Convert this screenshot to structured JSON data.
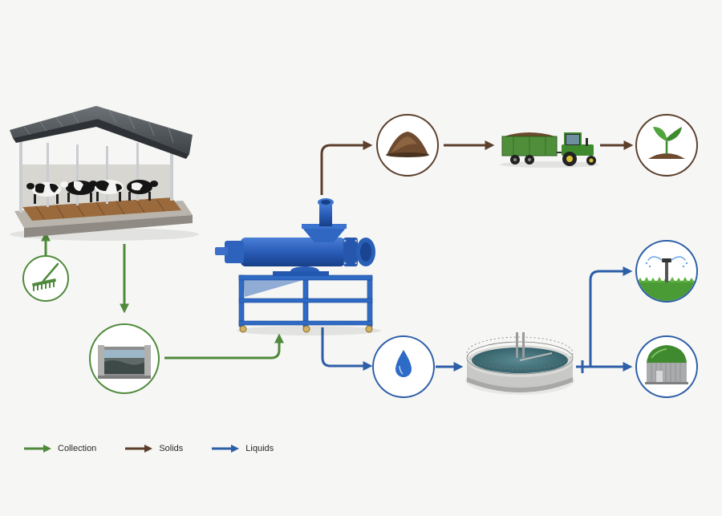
{
  "colors": {
    "collection": "#4f8a3c",
    "solids": "#5b3f2c",
    "liquids": "#2d5ea8",
    "background": "#f6f6f4"
  },
  "icons": {
    "barn": "barn-with-cows-icon",
    "scraper": "manure-scraper-rake-icon",
    "pit": "collection-pit-icon",
    "separator": "screw-press-separator-icon",
    "solids_pile": "solids-pile-icon",
    "tractor": "tractor-trailer-icon",
    "plant": "plant-sprout-icon",
    "liquid": "liquid-drop-icon",
    "lagoon": "storage-lagoon-icon",
    "sprinkler": "irrigation-sprinkler-icon",
    "digester": "biogas-digester-icon"
  },
  "legend": {
    "collection": "Collection",
    "solids": "Solids",
    "liquids": "Liquids"
  }
}
